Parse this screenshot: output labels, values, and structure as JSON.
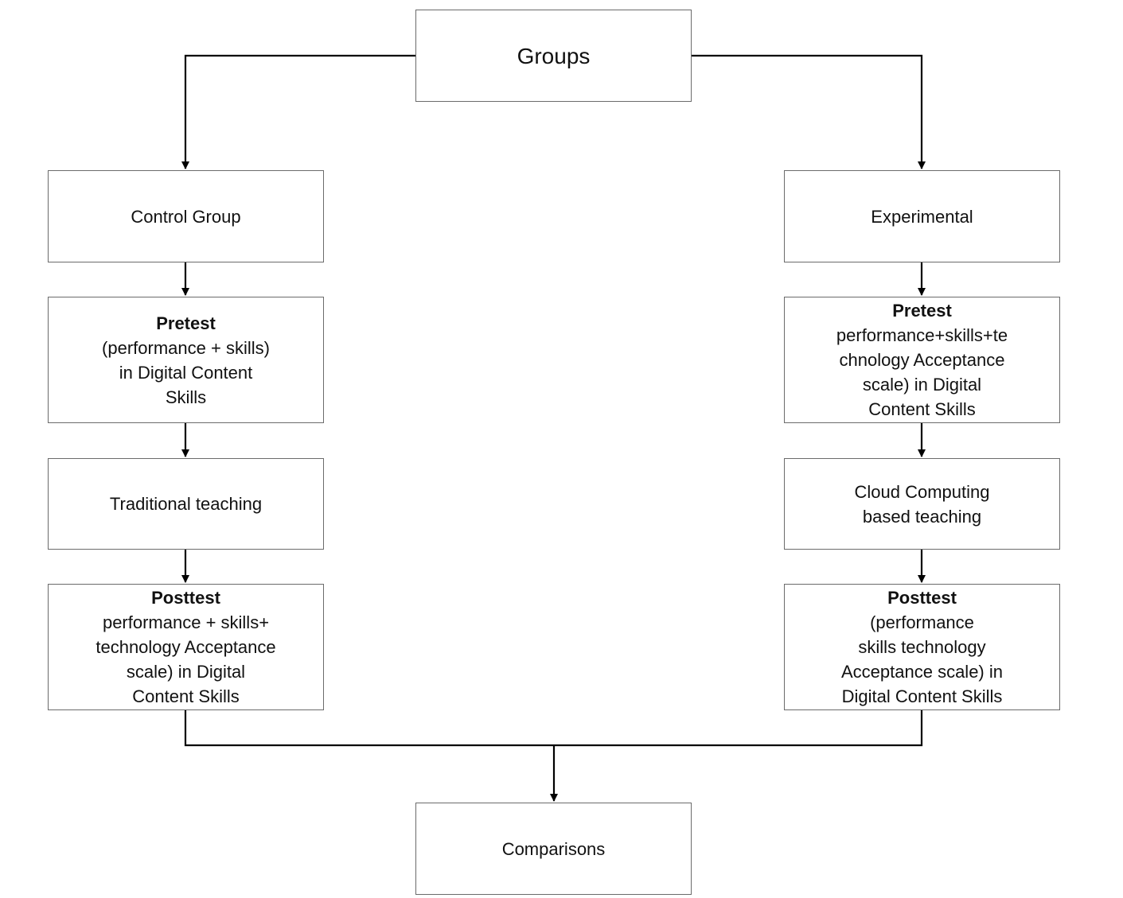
{
  "nodes": {
    "groups": {
      "lines": [
        "Groups"
      ]
    },
    "control_group": {
      "lines": [
        "Control Group"
      ]
    },
    "experimental": {
      "lines": [
        "Experimental"
      ]
    },
    "pretest_control": {
      "title": "Pretest",
      "lines": [
        "(performance + skills)",
        "in Digital Content",
        "Skills"
      ]
    },
    "pretest_experimental": {
      "title": "Pretest",
      "lines": [
        "performance+skills+te",
        "chnology Acceptance",
        "scale) in Digital",
        "Content Skills"
      ]
    },
    "teaching_control": {
      "lines": [
        "Traditional teaching"
      ]
    },
    "teaching_experimental": {
      "lines": [
        "Cloud Computing",
        "based teaching"
      ]
    },
    "posttest_control": {
      "title": "Posttest",
      "lines": [
        "performance + skills+",
        "technology Acceptance",
        "scale) in Digital",
        "Content Skills"
      ]
    },
    "posttest_experimental": {
      "title": "Posttest",
      "lines": [
        "(performance",
        "skills technology",
        "Acceptance scale) in",
        "Digital Content Skills"
      ]
    },
    "comparisons": {
      "lines": [
        "Comparisons"
      ]
    }
  },
  "edges": [
    {
      "from": "groups",
      "to": "control_group"
    },
    {
      "from": "groups",
      "to": "experimental"
    },
    {
      "from": "control_group",
      "to": "pretest_control"
    },
    {
      "from": "pretest_control",
      "to": "teaching_control"
    },
    {
      "from": "teaching_control",
      "to": "posttest_control"
    },
    {
      "from": "experimental",
      "to": "pretest_experimental"
    },
    {
      "from": "pretest_experimental",
      "to": "teaching_experimental"
    },
    {
      "from": "teaching_experimental",
      "to": "posttest_experimental"
    },
    {
      "from": "posttest_control",
      "to": "comparisons"
    },
    {
      "from": "posttest_experimental",
      "to": "comparisons"
    }
  ]
}
